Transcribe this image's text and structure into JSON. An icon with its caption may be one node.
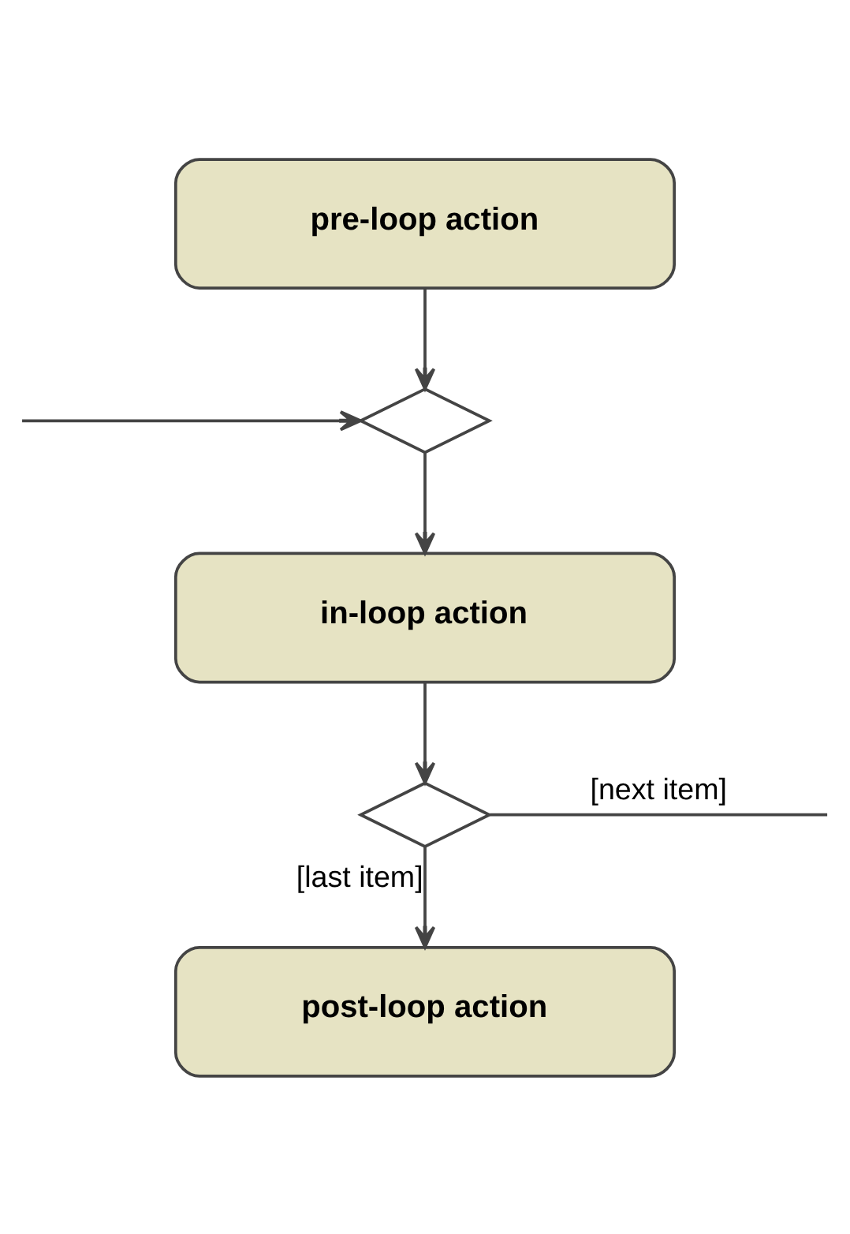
{
  "diagram": {
    "nodes": [
      {
        "text": [
          "pre-loop action"
        ]
      },
      {
        "text": [],
        "shape": "diamond"
      },
      {
        "text": [
          "in-loop action"
        ]
      },
      {
        "text": [],
        "shape": "diamond"
      },
      {
        "text": [
          "post-loop action"
        ]
      }
    ],
    "edges": [
      {
        "from": 0,
        "to": 1,
        "arrow": "to"
      },
      {
        "from": 1,
        "to": 2,
        "arrow": "to"
      },
      {
        "from": 2,
        "to": 3,
        "arrow": "to"
      },
      {
        "from": 3,
        "to": 4,
        "arrow": "to",
        "label": "[last item]"
      },
      {
        "from": 3,
        "to": null,
        "arrow": "none",
        "label": "[next item]"
      },
      {
        "from": null,
        "to": 1,
        "arrow": "to"
      }
    ]
  }
}
